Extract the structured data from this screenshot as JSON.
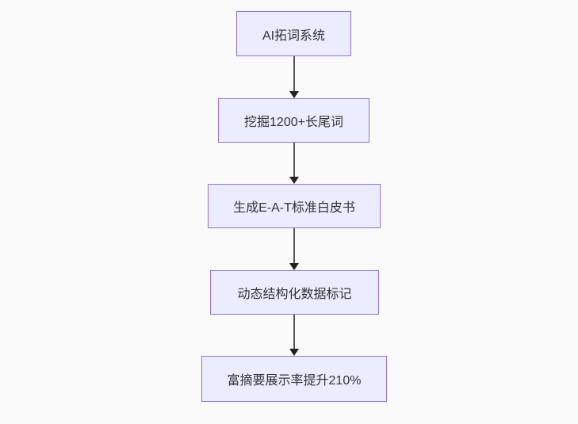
{
  "diagram": {
    "type": "flowchart",
    "direction": "top-down",
    "colors": {
      "background": "#fafafa",
      "node_fill": "#ececff",
      "node_border": "#9370db",
      "node_text": "#333333",
      "arrow": "#333333"
    },
    "nodes": [
      {
        "label": "AI拓词系统"
      },
      {
        "label": "挖掘1200+长尾词"
      },
      {
        "label": "生成E-A-T标准白皮书"
      },
      {
        "label": "动态结构化数据标记"
      },
      {
        "label": "富摘要展示率提升210%"
      }
    ]
  }
}
